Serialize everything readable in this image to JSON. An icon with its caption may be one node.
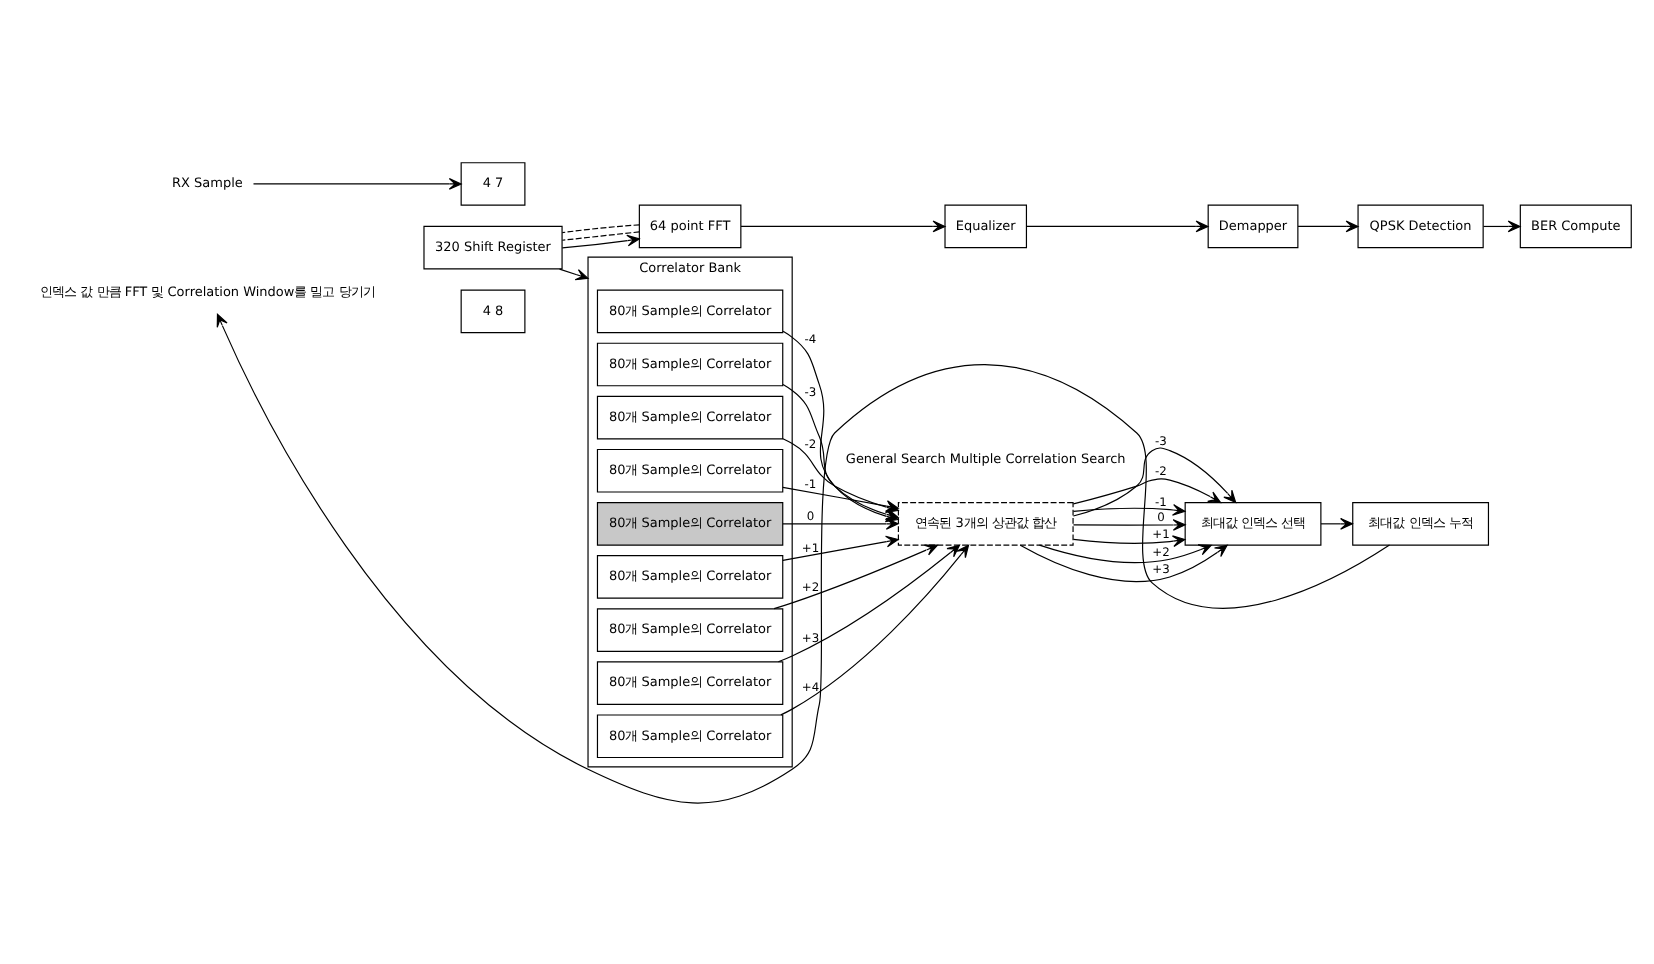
{
  "diagram": {
    "nodes": [
      {
        "text": [
          "RX Sample"
        ]
      },
      {
        "text": [
          "4 7"
        ]
      },
      {
        "text": [
          "320 Shift Register"
        ]
      },
      {
        "text": [
          "4 8"
        ]
      },
      {
        "text": [
          "64 point FFT"
        ]
      },
      {
        "text": [
          "Equalizer"
        ]
      },
      {
        "text": [
          "Demapper"
        ]
      },
      {
        "text": [
          "QPSK Detection"
        ]
      },
      {
        "text": [
          "BER Compute"
        ]
      },
      {
        "text": [
          "Correlator Bank"
        ]
      },
      {
        "text": [
          "80개 Sample의 Correlator"
        ],
        "in": 9
      },
      {
        "text": [
          "80개 Sample의 Correlator"
        ],
        "in": 9
      },
      {
        "text": [
          "80개 Sample의 Correlator"
        ],
        "in": 9
      },
      {
        "text": [
          "80개 Sample의 Correlator"
        ],
        "in": 9
      },
      {
        "text": [
          "80개 Sample의 Correlator"
        ],
        "in": 9
      },
      {
        "text": [
          "80개 Sample의 Correlator"
        ],
        "in": 9
      },
      {
        "text": [
          "80개 Sample의 Correlator"
        ],
        "in": 9
      },
      {
        "text": [
          "80개 Sample의 Correlator"
        ],
        "in": 9
      },
      {
        "text": [
          "80개 Sample의 Correlator"
        ],
        "in": 9
      },
      {
        "text": [
          "연속된 3개의 상관값 합산"
        ],
        "beside": [
          "General Search Multiple Correlation Search"
        ]
      },
      {
        "text": [
          "최대값 인덱스 선택"
        ]
      },
      {
        "text": [
          "최대값 인덱스 누적"
        ]
      },
      {
        "text": [
          "인덱스 값 만큼 FFT 및 Correlation Window를 밀고 당기기"
        ]
      }
    ],
    "edges": [
      {
        "from": 0,
        "to": 1,
        "arrow": "to"
      },
      {
        "from": 2,
        "to": 4,
        "arrow": "to"
      },
      {
        "from": 4,
        "to": 2,
        "arrow": "none",
        "style": "dashed"
      },
      {
        "from": 4,
        "to": 2,
        "arrow": "none",
        "style": "dashed"
      },
      {
        "from": 4,
        "to": 5,
        "arrow": "to"
      },
      {
        "from": 5,
        "to": 6,
        "arrow": "to"
      },
      {
        "from": 6,
        "to": 7,
        "arrow": "to"
      },
      {
        "from": 7,
        "to": 8,
        "arrow": "to"
      },
      {
        "from": 2,
        "to": 9,
        "arrow": "to"
      },
      {
        "from": 10,
        "to": 19,
        "arrow": "to",
        "label": "-4"
      },
      {
        "from": 11,
        "to": 19,
        "arrow": "to",
        "label": "-3"
      },
      {
        "from": 12,
        "to": 19,
        "arrow": "to",
        "label": "-2"
      },
      {
        "from": 13,
        "to": 19,
        "arrow": "to",
        "label": "-1"
      },
      {
        "from": 14,
        "to": 19,
        "arrow": "to",
        "label": "0"
      },
      {
        "from": 15,
        "to": 19,
        "arrow": "to",
        "label": "+1"
      },
      {
        "from": 16,
        "to": 19,
        "arrow": "to",
        "label": "+2"
      },
      {
        "from": 17,
        "to": 19,
        "arrow": "to",
        "label": "+3"
      },
      {
        "from": 18,
        "to": 19,
        "arrow": "to",
        "label": "+4"
      },
      {
        "from": 19,
        "to": 20,
        "arrow": "to",
        "label": "-3"
      },
      {
        "from": 19,
        "to": 20,
        "arrow": "to",
        "label": "-2"
      },
      {
        "from": 19,
        "to": 20,
        "arrow": "to",
        "label": "-1"
      },
      {
        "from": 19,
        "to": 20,
        "arrow": "to",
        "label": "0"
      },
      {
        "from": 19,
        "to": 20,
        "arrow": "to",
        "label": "+1"
      },
      {
        "from": 19,
        "to": 20,
        "arrow": "to",
        "label": "+2"
      },
      {
        "from": 19,
        "to": 20,
        "arrow": "to",
        "label": "+3"
      },
      {
        "from": 20,
        "to": 21,
        "arrow": "to"
      },
      {
        "from": 21,
        "to": 22,
        "arrow": "to"
      }
    ]
  }
}
